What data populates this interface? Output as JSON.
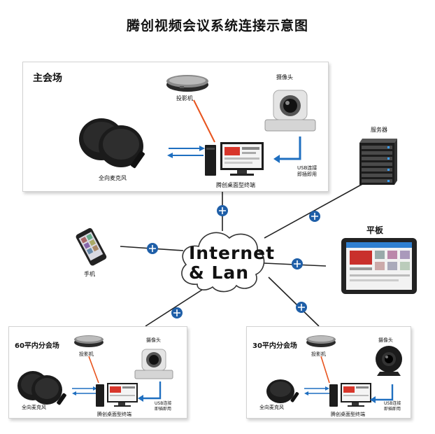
{
  "title": "腾创视频会议系统连接示意图",
  "main_venue": {
    "title": "主会场",
    "projector_label": "投影机",
    "camera_label": "摄像头",
    "mic_label": "全向麦克风",
    "terminal_label": "腾创桌面型终端",
    "usb_label_line1": "USB连接",
    "usb_label_line2": "即插即用"
  },
  "server_label": "服务器",
  "tablet_label": "平板",
  "phone_label": "手机",
  "internet": {
    "line1": "Internet",
    "line2": "& Lan"
  },
  "venue_60": {
    "title": "60平内分会场",
    "projector_label": "投影机",
    "camera_label": "摄像头",
    "mic_label": "全向麦克风",
    "terminal_label": "腾创桌面型终端",
    "usb_label_line1": "USB连接",
    "usb_label_line2": "即插即用"
  },
  "venue_30": {
    "title": "30平内分会场",
    "projector_label": "投影机",
    "camera_label": "摄像头",
    "mic_label": "全向麦克风",
    "terminal_label": "腾创桌面型终端",
    "usb_label_line1": "USB连接",
    "usb_label_line2": "即插即用"
  },
  "colors": {
    "link_line": "#222222",
    "router": "#1f5fa8",
    "blue_arrow": "#1f6fc0",
    "orange_line": "#e8541e"
  }
}
